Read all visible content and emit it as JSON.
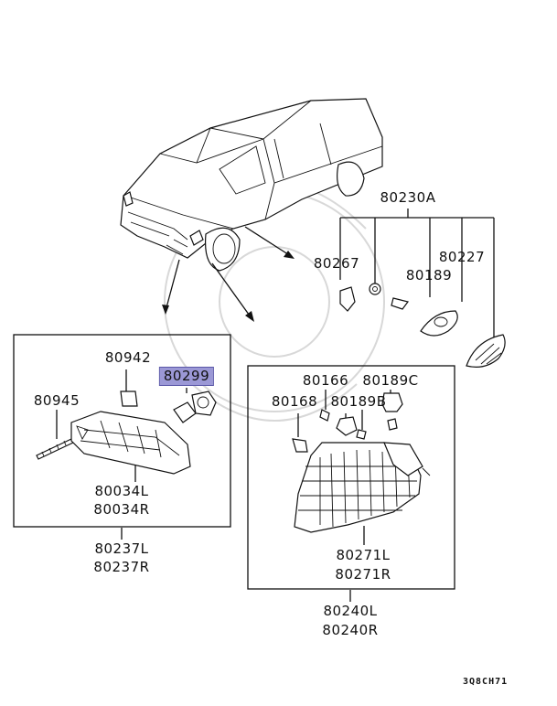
{
  "diagram": {
    "parts": {
      "p80230A": "80230A",
      "p80267": "80267",
      "p80227": "80227",
      "p80189": "80189",
      "p80942": "80942",
      "p80299": "80299",
      "p80945": "80945",
      "p80034L": "80034L",
      "p80034R": "80034R",
      "p80237L": "80237L",
      "p80237R": "80237R",
      "p80166": "80166",
      "p80189C": "80189C",
      "p80168": "80168",
      "p80189B": "80189B",
      "p80271L": "80271L",
      "p80271R": "80271R",
      "p80240L": "80240L",
      "p80240R": "80240R"
    },
    "highlighted_part": "80299",
    "diagram_code": "3Q8CH71"
  },
  "colors": {
    "highlight": "#9b98d6",
    "line": "#111111"
  }
}
